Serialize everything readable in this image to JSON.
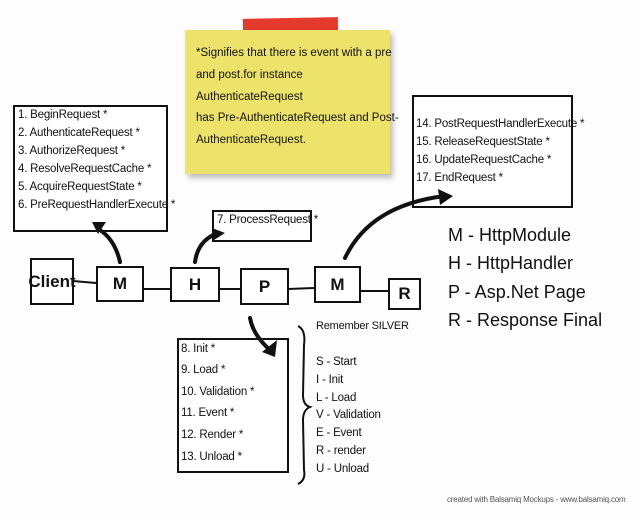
{
  "note": {
    "lines": [
      "*Signifies that there is event with a pre",
      "and post.for instance",
      "AuthenticateRequest",
      "has Pre-AuthenticateRequest and Post-",
      "AuthenticateRequest."
    ]
  },
  "module_events": [
    "1. BeginRequest *",
    "2. AuthenticateRequest *",
    "3. AuthorizeRequest *",
    "4. ResolveRequestCache *",
    "5. AcquireRequestState *",
    "6. PreRequestHandlerExecute *"
  ],
  "handler_events": [
    "7. ProcessRequest *"
  ],
  "page_events": [
    "8. Init *",
    "9. Load *",
    "10. Validation *",
    "11. Event *",
    "12. Render *",
    "13. Unload *"
  ],
  "post_events": [
    "14. PostRequestHandlerExecute *",
    "15. ReleaseRequestState *",
    "16. UpdateRequestCache *",
    "17. EndRequest *"
  ],
  "chain": [
    "Client",
    "M",
    "H",
    "P",
    "M",
    "R"
  ],
  "legend": [
    "M - HttpModule",
    "H - HttpHandler",
    "P - Asp.Net Page",
    "R - Response  Final"
  ],
  "silver": {
    "title": "Remember SILVER",
    "items": [
      "S - Start",
      "I - Init",
      "L - Load",
      "V - Validation",
      "E - Event",
      "R - render",
      "U - Unload"
    ]
  },
  "footer": "created with Balsamiq Mockups - www.balsamiq.com"
}
